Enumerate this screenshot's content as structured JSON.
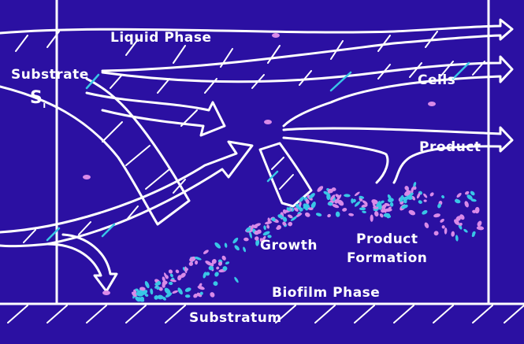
{
  "labels": {
    "liquid_phase": "Liquid Phase",
    "substrate": "Substrate",
    "substrate_symbol": "S",
    "substrate_subscript": "i",
    "cells": "Cells",
    "product": "Product",
    "growth": "Growth",
    "product_formation_1": "Product",
    "product_formation_2": "Formation",
    "biofilm_phase": "Biofilm Phase",
    "substratum": "Substratum"
  },
  "colors": {
    "background": "#2b10a2",
    "line": "#ffffff",
    "cell_cyan": "#39c6e6",
    "cell_pink": "#d98ae8"
  }
}
